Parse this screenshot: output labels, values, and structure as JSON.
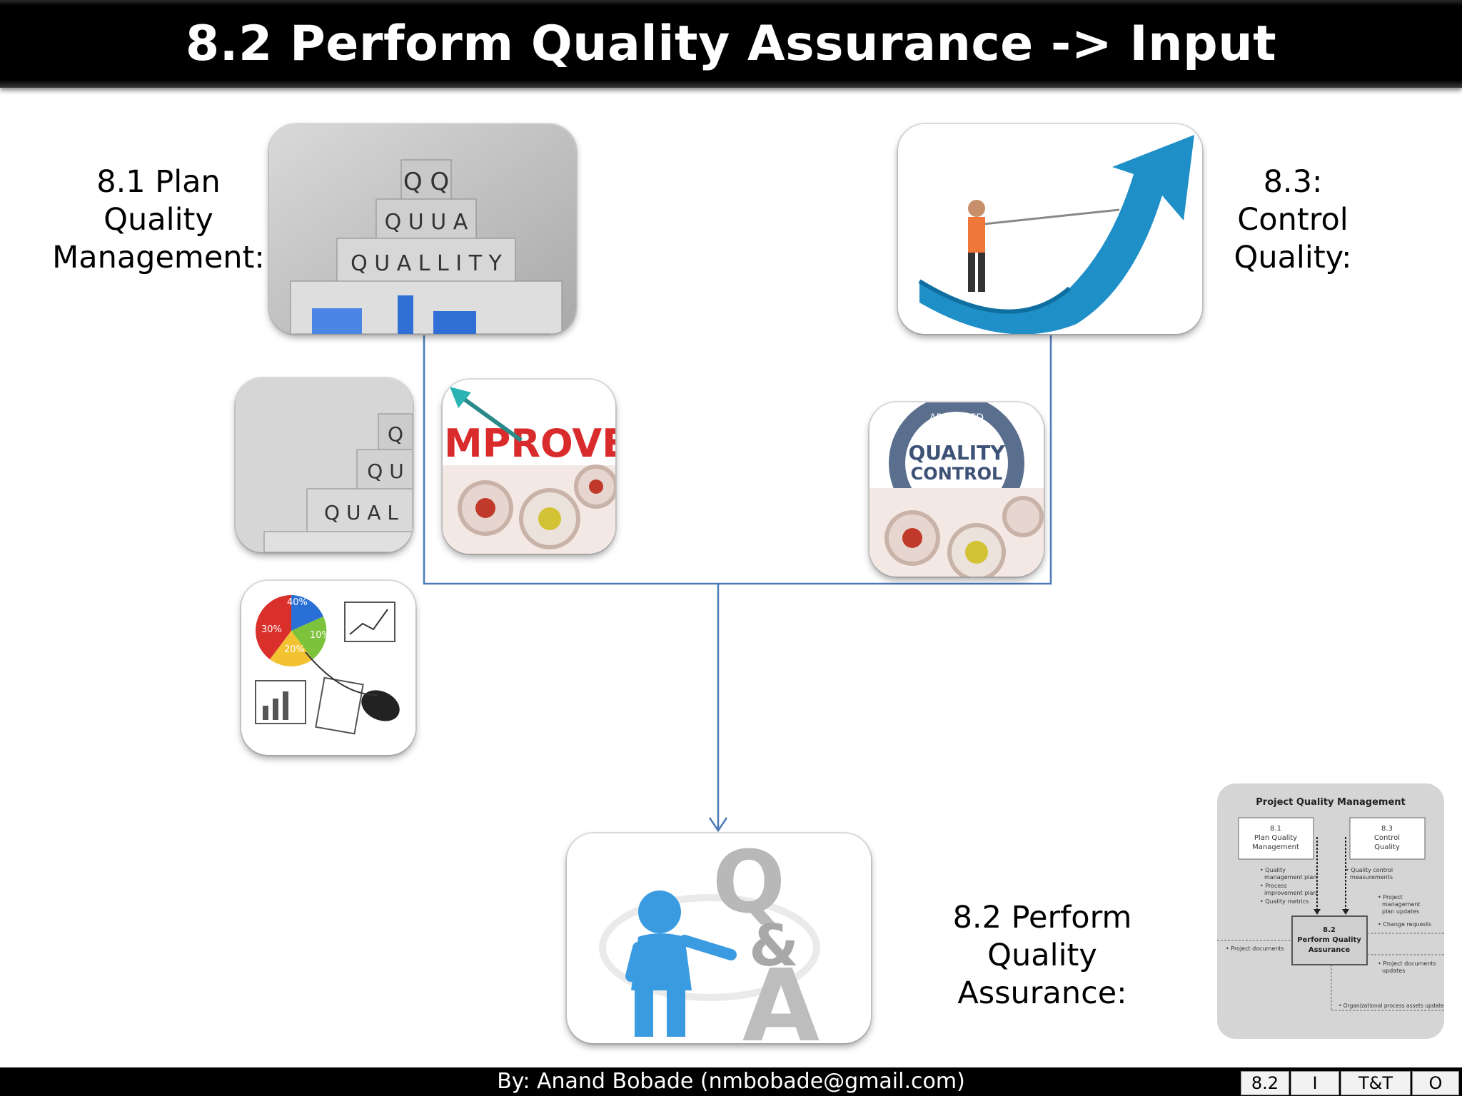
{
  "slide": {
    "title": "8.2 Perform Quality Assurance -> Input",
    "labels": {
      "plan_line1": "8.1 Plan Quality",
      "plan_line2": "Management:",
      "control_line1": "8.3: Control",
      "control_line2": "Quality:",
      "perform_line1": "8.2 Perform",
      "perform_line2": "Quality Assurance:"
    }
  },
  "images": {
    "quality_blocks": {
      "letters_top": "Q Q",
      "letters_mid": "Q U U A",
      "letters_row": "Q U A L L I T Y",
      "icon": "quality-cubes-pyramid"
    },
    "small_quality_blocks": {
      "l1": "Q",
      "l2": "Q U",
      "l3": "Q U A L"
    },
    "improve": {
      "text": "IMPROVE",
      "icon": "improve-target-gears"
    },
    "quality_control": {
      "text1": "QUALITY",
      "text2": "CONTROL",
      "ring": "APPROVED",
      "icon": "quality-control-seal"
    },
    "charts": {
      "p1": "40%",
      "p2": "30%",
      "p3": "20%",
      "p4": "10%",
      "icon": "charts-and-mouse"
    },
    "growth_arrow": {
      "icon": "man-pulling-growth-arrow"
    },
    "qa": {
      "text_q": "Q",
      "text_amp": "&",
      "text_a": "A",
      "icon": "person-leaning-on-qa"
    }
  },
  "process_diagram": {
    "title": "Project Quality Management",
    "box_81": [
      "8.1",
      "Plan Quality",
      "Management"
    ],
    "box_83": [
      "8.3",
      "Control",
      "Quality"
    ],
    "box_82": [
      "8.2",
      "Perform Quality",
      "Assurance"
    ],
    "inputs_81": [
      "• Quality",
      "management plan",
      "• Process",
      "improvement plan",
      "• Quality metrics"
    ],
    "inputs_83": [
      "• Quality control",
      "measurements"
    ],
    "outputs": [
      "• Project",
      "management",
      "plan updates",
      "• Change requests",
      "• Project documents",
      "updates"
    ],
    "left_input": "• Project documents",
    "bottom_output": "• Organizational process assets updates"
  },
  "footer": {
    "author": "By: Anand Bobade (nmbobade@gmail.com)",
    "nav": [
      "8.2",
      "I",
      "T&T",
      "O"
    ]
  },
  "colors": {
    "connector": "#4a7ab8",
    "title_bg": "#000000",
    "arrow_blue": "#1f8fc8",
    "qa_figure": "#3a9be0"
  }
}
